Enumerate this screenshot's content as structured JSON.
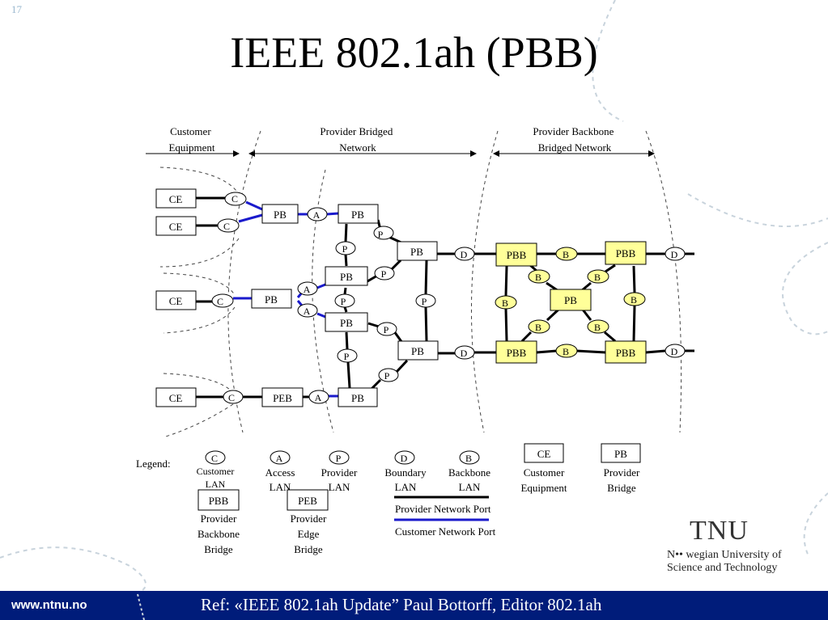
{
  "slide_number": "17",
  "title": "IEEE 802.1ah (PBB)",
  "colors": {
    "pbb_fill": "#ffff99",
    "customer_port": "#1a1acc",
    "provider_port": "#000000",
    "footer_bg": "#001c7a"
  },
  "regions": {
    "customer_equipment": [
      "Customer",
      "Equipment"
    ],
    "provider_bridged_network": [
      "Provider Bridged",
      "Network"
    ],
    "provider_backbone_bridged_network": [
      "Provider Backbone",
      "Bridged Network"
    ]
  },
  "boxes": {
    "ce": "CE",
    "pb": "PB",
    "peb": "PEB",
    "pbb": "PBB"
  },
  "lans": {
    "c": "C",
    "a": "A",
    "p": "P",
    "d": "D",
    "b": "B"
  },
  "legend": {
    "title": "Legend:",
    "customer_lan": [
      "Customer",
      "LAN"
    ],
    "access_lan": [
      "Access",
      "LAN"
    ],
    "provider_lan": [
      "Provider",
      "LAN"
    ],
    "boundary_lan": [
      "Boundary",
      "LAN"
    ],
    "backbone_lan": [
      "Backbone",
      "LAN"
    ],
    "customer_equipment": [
      "Customer",
      "Equipment"
    ],
    "provider_bridge": [
      "Provider",
      "Bridge"
    ],
    "provider_backbone_bridge": [
      "Provider",
      "Backbone",
      "Bridge"
    ],
    "provider_edge_bridge": [
      "Provider",
      "Edge",
      "Bridge"
    ],
    "provider_network_port": "Provider Network Port",
    "customer_network_port": "Customer Network Port"
  },
  "logo": {
    "acronym": "TNU",
    "line1": "N•• wegian University of",
    "line2": "Science and Technology"
  },
  "footer": {
    "url": "www.ntnu.no",
    "reference": "Ref: «IEEE 802.1ah Update” Paul Bottorff, Editor 802.1ah"
  }
}
